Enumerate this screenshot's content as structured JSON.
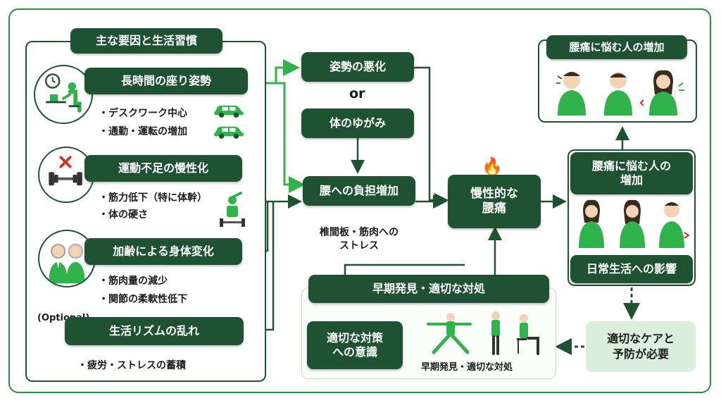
{
  "left_panel": {
    "title": "主な要因と生活習慣",
    "factors": [
      {
        "label": "長時間の座り姿勢",
        "bullets": [
          "・デスクワーク中心",
          "・通勤・運転の増加"
        ]
      },
      {
        "label": "運動不足の慢性化",
        "bullets": [
          "・筋力低下（特に体幹）",
          "・体の硬さ"
        ]
      },
      {
        "label": "加齢による身体変化",
        "bullets": [
          "・筋肉量の減少",
          "・関節の柔軟性低下"
        ]
      },
      {
        "label": "生活リズムの乱れ",
        "optional": "(Optional)",
        "bullets": [
          "・疲労・ストレスの蓄積"
        ]
      }
    ]
  },
  "middle": {
    "posture": "姿勢の悪化",
    "or": "or",
    "distortion": "体のゆがみ",
    "burden": "腰への負担増加",
    "burden_note": "椎間板・筋肉への\nストレス",
    "chronic": "慢性的な\n腰痛"
  },
  "right": {
    "top_title": "腰痛に悩む人の増加",
    "mid_title": "腰痛に悩む人の\n増加",
    "impact": "日常生活への影響",
    "care": "適切なケアと\n予防が必要"
  },
  "bottom": {
    "title": "早期発見・適切な対処",
    "awareness": "適切な対策\nへの意識",
    "caption": "早期発見・適切な対処"
  },
  "colors": {
    "dark_green": "#1f5233",
    "accent_green": "#2fb34a",
    "light_green": "#dcefdc"
  }
}
